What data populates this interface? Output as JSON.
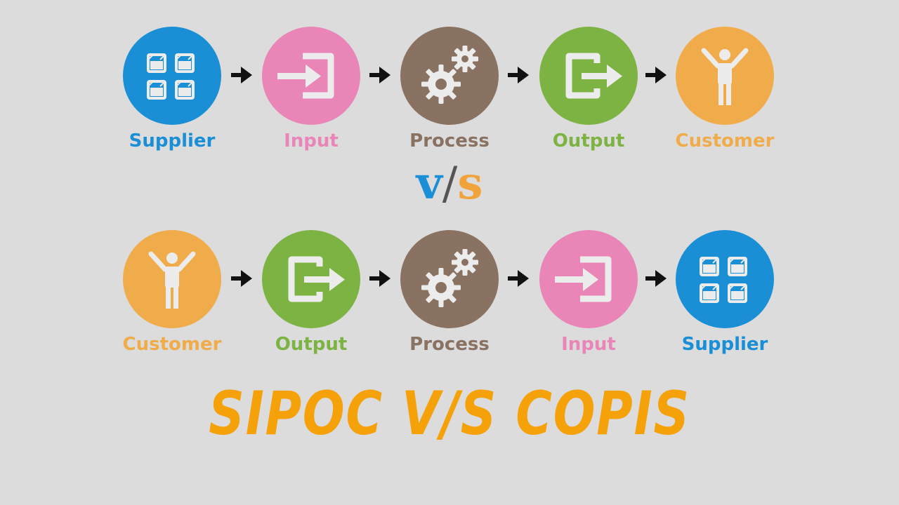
{
  "colors": {
    "supplier": "#1a8fd6",
    "input": "#e985b7",
    "process": "#8a7262",
    "output": "#7cb342",
    "customer": "#f0ac4a",
    "title": "#f5a10a",
    "background": "#dcdcdc"
  },
  "top_flow": {
    "steps": [
      {
        "label": "Supplier",
        "icon": "boxes-icon",
        "color": "#1a8fd6"
      },
      {
        "label": "Input",
        "icon": "enter-icon",
        "color": "#e985b7"
      },
      {
        "label": "Process",
        "icon": "gears-icon",
        "color": "#8a7262"
      },
      {
        "label": "Output",
        "icon": "exit-icon",
        "color": "#7cb342"
      },
      {
        "label": "Customer",
        "icon": "person-icon",
        "color": "#f0ac4a"
      }
    ]
  },
  "versus": {
    "v": "v",
    "slash": "/",
    "s": "s"
  },
  "bottom_flow": {
    "steps": [
      {
        "label": "Customer",
        "icon": "person-icon",
        "color": "#f0ac4a"
      },
      {
        "label": "Output",
        "icon": "exit-icon",
        "color": "#7cb342"
      },
      {
        "label": "Process",
        "icon": "gears-icon",
        "color": "#8a7262"
      },
      {
        "label": "Input",
        "icon": "enter-icon",
        "color": "#e985b7"
      },
      {
        "label": "Supplier",
        "icon": "boxes-icon",
        "color": "#1a8fd6"
      }
    ]
  },
  "title": "SIPOC V/S COPIS"
}
